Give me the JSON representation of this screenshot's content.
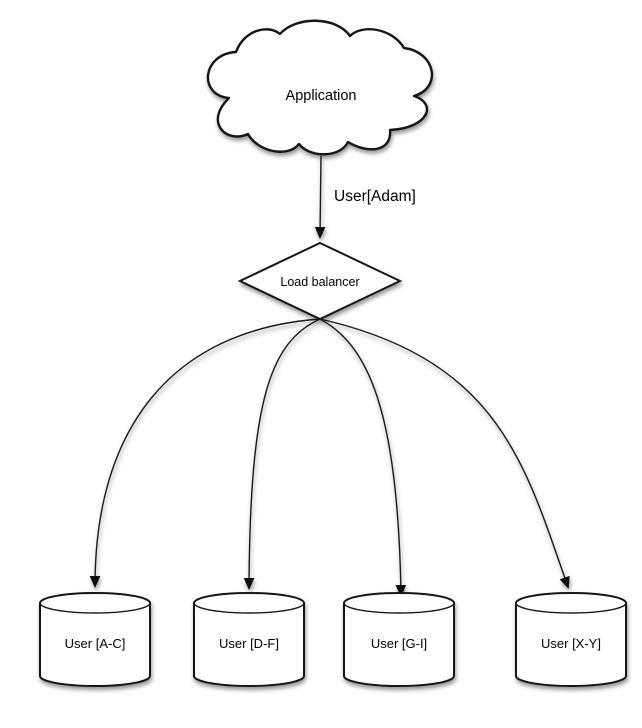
{
  "diagram": {
    "type": "architecture-diagram",
    "background_color": "#ffffff",
    "stroke_color": "#141414",
    "shape_fill_color": "#ffffff",
    "text_color": "#000000",
    "nodes": {
      "application": {
        "label": "Application",
        "shape": "cloud"
      },
      "load_balancer": {
        "label": "Load balancer",
        "shape": "diamond"
      }
    },
    "edges": {
      "app_to_lb_label": "User[Adam]"
    },
    "shards": [
      {
        "label": "User [A-C]",
        "shape": "cylinder"
      },
      {
        "label": "User [D-F]",
        "shape": "cylinder"
      },
      {
        "label": "User [G-I]",
        "shape": "cylinder"
      },
      {
        "label": "User [X-Y]",
        "shape": "cylinder"
      }
    ]
  }
}
